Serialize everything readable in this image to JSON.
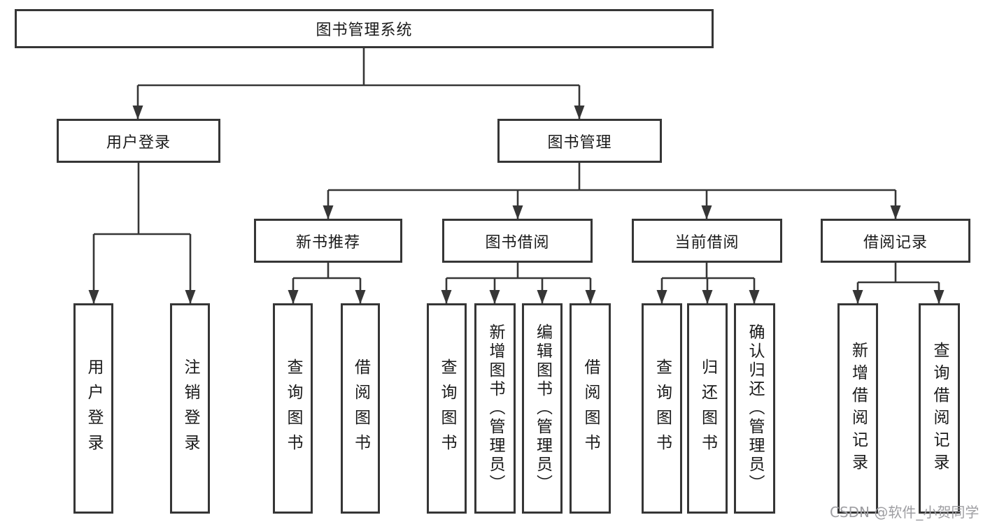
{
  "diagram": {
    "root": "图书管理系统",
    "level2": {
      "user_login": "用户登录",
      "book_management": "图书管理"
    },
    "level3": {
      "new_book_recommend": "新书推荐",
      "book_borrow": "图书借阅",
      "current_borrow": "当前借阅",
      "borrow_records": "借阅记录"
    },
    "leaves": {
      "user_login_leaf": "用户登录",
      "logout": "注销登录",
      "nb_query_books": "查询图书",
      "nb_borrow_books": "借阅图书",
      "bb_query_books": "查询图书",
      "bb_add_books": "新增图书（管理员）",
      "bb_edit_books": "编辑图书（管理员）",
      "bb_borrow_books": "借阅图书",
      "cb_query_books": "查询图书",
      "cb_return_books": "归还图书",
      "cb_confirm_return": "确认归还（管理员）",
      "br_add_record": "新增借阅记录",
      "br_query_record": "查询借阅记录"
    }
  },
  "watermark": "CSDN @软件_小贺同学",
  "colors": {
    "line": "#363636",
    "text": "#1a1a1a",
    "background": "#ffffff",
    "watermark": "#9e9ea2"
  }
}
